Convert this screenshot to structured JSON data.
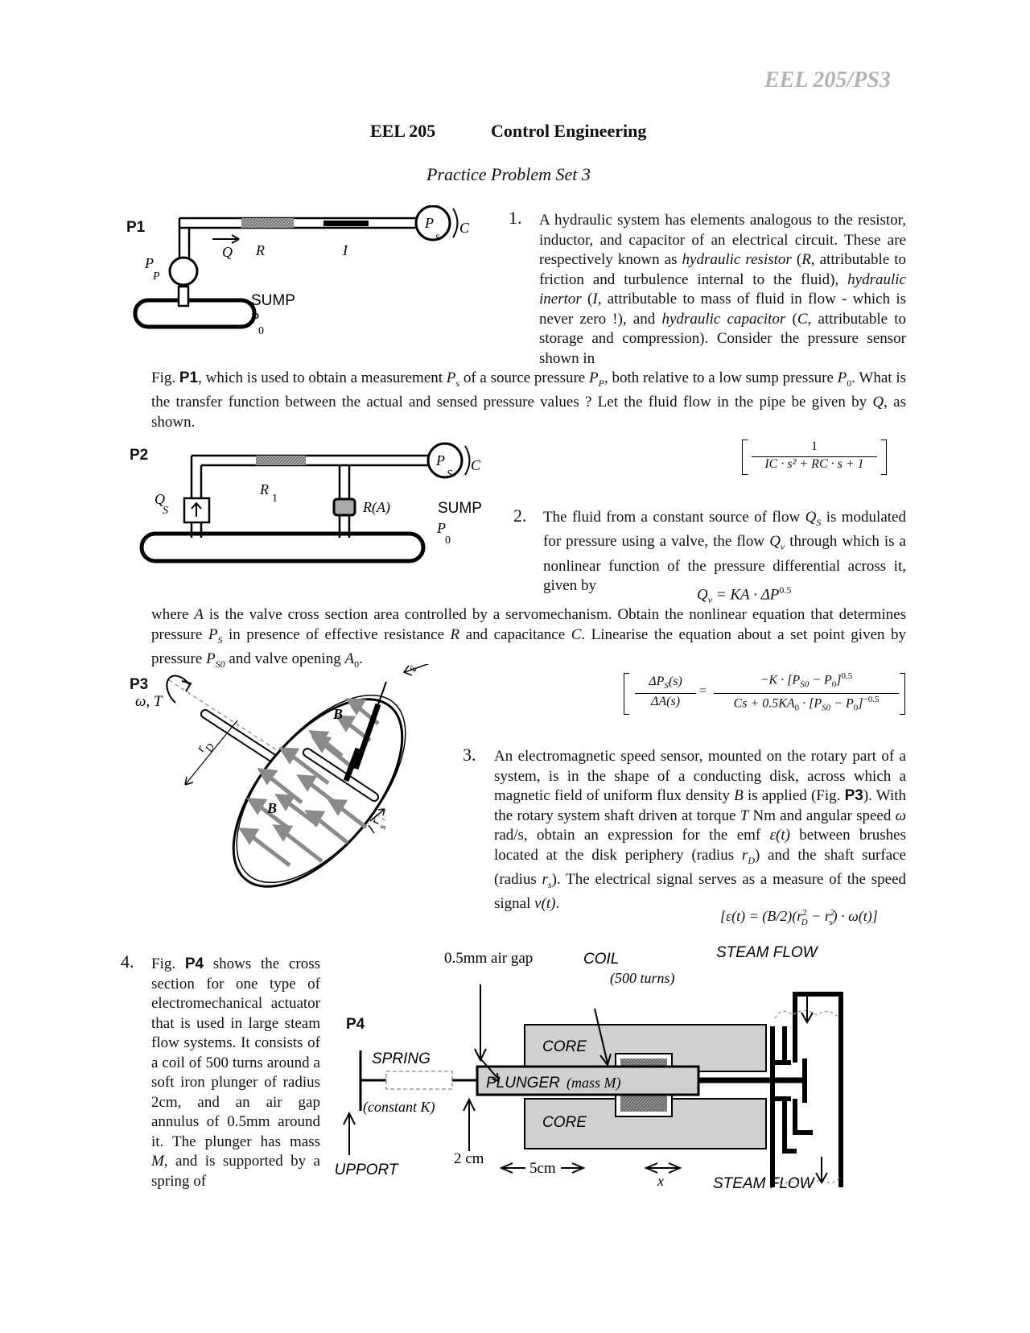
{
  "header": {
    "code": "EEL 205/PS3"
  },
  "title": {
    "course": "EEL 205",
    "subject": "Control Engineering",
    "subtitle": "Practice Problem Set 3"
  },
  "problems": [
    {
      "fig_label": "P1",
      "number": "1.",
      "p1a_text_pre": "A hydraulic system has elements analogous to the resistor, inductor, and capacitor of an electrical circuit. These are respectively known as ",
      "t_hres": "hydraulic resistor",
      "t_r_open": " (",
      "t_R": "R",
      "t_r_close": ", attributable to friction and turbulence internal to the fluid), ",
      "t_hind": "hydraulic inertor",
      "t_i_open": " (",
      "t_I": "I",
      "t_i_close": ", attributable to mass of fluid in flow - which is never zero !), and ",
      "t_hcap": "hydraulic capacitor",
      "t_c_open": " (",
      "t_C": "C",
      "t_c_close": ", attributable to storage and compression). Consider the pressure sensor shown in",
      "t_fig_word": "Fig. ",
      "t_fig": "P1",
      "t_s1": ", which is used to obtain a measurement ",
      "t_Ps": "P",
      "t_Ps_sub": "s",
      "t_s2": " of a source pressure ",
      "t_Pp": "P",
      "t_Pp_sub": "P",
      "t_s3": ", both relative to a low sump pressure ",
      "t_P0": "P",
      "t_P0_sub": "0",
      "t_s4": ". What is the transfer function between the actual and sensed pressure values ? Let the fluid flow in the pipe be given by ",
      "t_Q": "Q",
      "t_s5": ", as shown.",
      "answer_num": "1",
      "answer_den": "IC · s² + RC · s + 1",
      "diagram": {
        "R": "R",
        "I": "I",
        "Q": "Q",
        "Ps": "P",
        "Ps_sub": "s",
        "C": "C",
        "Pp": "P",
        "Pp_sub": "P",
        "sump": "SUMP",
        "P0": "P",
        "P0_sub": "0"
      }
    },
    {
      "fig_label": "P2",
      "number": "2.",
      "a1": "The fluid from a constant source of flow ",
      "a_Qs": "Q",
      "a_Qs_sub": "S",
      "a2": " is modulated for pressure using a valve, the flow ",
      "a_Qv": "Q",
      "a_Qv_sub": "v",
      "a3": " through which is a nonlinear function of the pressure differential across it, given by",
      "eq": "Q",
      "eq_sub": "v",
      "eq_rest": " = KA · ΔP",
      "eq_sup": "0.5",
      "b1": "where ",
      "b_A": "A",
      "b2": " is the valve cross section area controlled by a servomechanism. Obtain the nonlinear equation that determines pressure ",
      "b_Ps": "P",
      "b_Ps_sub": "S",
      "b3": " in presence of effective resistance ",
      "b_R": "R",
      "b4": " and capacitance ",
      "b_C": "C",
      "b5": ". Linearise the equation about a set point given by pressure ",
      "b_Ps0": "P",
      "b_Ps0_sub": "S0",
      "b6": " and valve opening ",
      "b_A0": "A",
      "b_A0_sub": "0",
      "b7": ".",
      "answer_lhs_num": "ΔP",
      "answer_lhs_num_sub": "S",
      "answer_lhs_num_end": "(s)",
      "answer_lhs_den": "ΔA(s)",
      "answer_rhs_num": "−K · [P",
      "answer_rhs_num_sub": "S0",
      "answer_rhs_num_mid": " − P",
      "answer_rhs_num_sub2": "0",
      "answer_rhs_num_end": "]",
      "answer_rhs_num_sup": "0.5",
      "answer_rhs_den": "Cs + 0.5KA",
      "answer_rhs_den_sub": "0",
      "answer_rhs_den_mid": " · [P",
      "answer_rhs_den_sub2": "S0",
      "answer_rhs_den_mid2": " − P",
      "answer_rhs_den_sub3": "0",
      "answer_rhs_den_end": "]",
      "answer_rhs_den_sup": "−0.5",
      "diagram": {
        "R1": "R",
        "R1_sub": "1",
        "RA": "R(A)",
        "Qs": "Q",
        "Qs_sub": "S",
        "Ps": "P",
        "Ps_sub": "S",
        "C": "C",
        "sump": "SUMP",
        "P0": "P",
        "P0_sub": "0"
      }
    },
    {
      "fig_label": "P3",
      "number": "3.",
      "c1": "An electromagnetic speed sensor, mounted on the rotary part of a system, is in the shape of a conducting disk, across which a magnetic field of uniform flux density ",
      "c_B": "B",
      "c2": " is applied (Fig. ",
      "c_fig": "P3",
      "c3": "). With the rotary system shaft driven at torque ",
      "c_T": "T",
      "c4": " Nm and angular speed ",
      "c_w": "ω",
      "c5": " rad/s, obtain an expression for the emf ",
      "c_e": "ε(t)",
      "c6": " between brushes located at the disk periphery (radius ",
      "c_rD": "r",
      "c_rD_sub": "D",
      "c7": ") and the shaft surface (radius ",
      "c_rs": "r",
      "c_rs_sub": "s",
      "c8": "). The electrical signal serves as a measure of the speed signal ",
      "c_v": "ν(t)",
      "c9": ".",
      "answer": "[ε(t) = (B/2)(r",
      "answer_sub1": "D",
      "answer_sup1": "2",
      "answer_mid": " − r",
      "answer_sub2": "s",
      "answer_sup2": "2",
      "answer_end": ") · ω(t)]",
      "diagram": {
        "wT": "ω, T",
        "B1": "B",
        "B2": "B",
        "rD": "r",
        "rD_sub": "D",
        "rs": "r",
        "rs_sub": "s",
        "eps": "ε"
      }
    },
    {
      "fig_label": "P4",
      "number": "4.",
      "d1": "Fig. ",
      "d_fig": "P4",
      "d2": " shows the cross section for one type of electromechanical actuator that is used in large steam flow systems. It consists of a coil of 500 turns around a soft iron plunger of radius 2cm, and an air gap annulus of 0.5mm around it. The plunger has mass ",
      "d_M": "M",
      "d3": ", and is supported by a spring of",
      "diagram": {
        "air_gap": "0.5mm air gap",
        "coil": "COIL",
        "turns": "(500 turns)",
        "steam_top": "STEAM FLOW",
        "core_top": "CORE",
        "core_bottom": "CORE",
        "spring": "SPRING",
        "plunger": "PLUNGER",
        "mass": "(mass M)",
        "constant": "(constant K)",
        "two_cm": "2 cm",
        "support": "SUPPORT",
        "five_cm": "5cm",
        "x": "x",
        "steam_bottom": "STEAM FLOW"
      }
    }
  ]
}
